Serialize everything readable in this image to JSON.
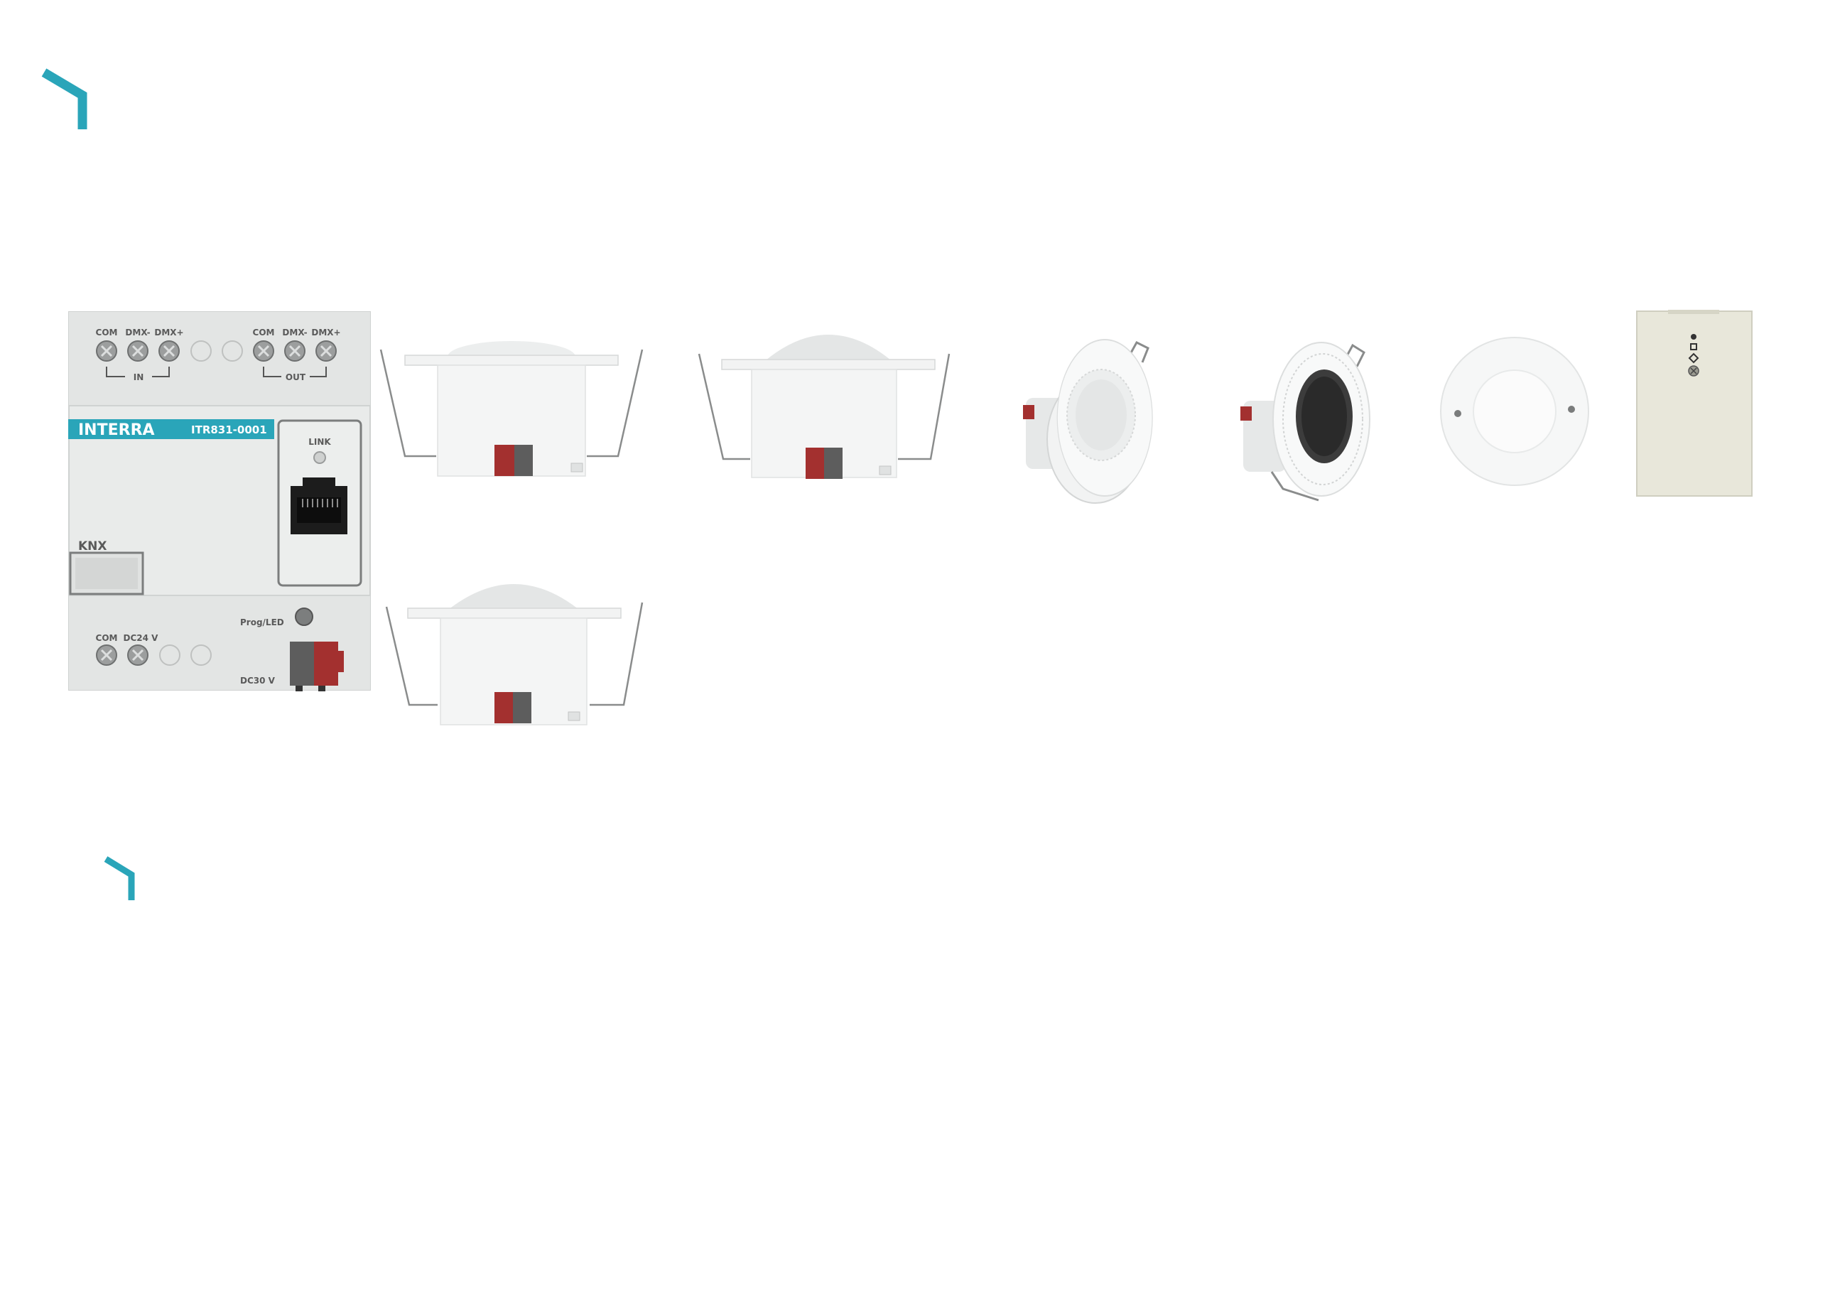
{
  "colors": {
    "accent": "#2aa5b9",
    "device_body": "#e9ebea",
    "terminal_red": "#a3302f",
    "terminal_grey": "#5d5d5d"
  },
  "corner_marks": [
    {
      "icon": "corner-bracket-icon"
    },
    {
      "icon": "corner-bracket-icon"
    }
  ],
  "gateway": {
    "brand": "INTERRA",
    "model": "ITR831-0001",
    "top_terminals": [
      "COM",
      "DMX-",
      "DMX+",
      "COM",
      "DMX-",
      "DMX+"
    ],
    "group_in": "IN",
    "group_out": "OUT",
    "link_label": "LINK",
    "knx_logo": "KNX",
    "prog_led": "Prog/LED",
    "bottom_terminals": [
      "COM",
      "DC24 V"
    ],
    "dc_label": "DC30 V"
  },
  "products": [
    {
      "name": "pir-ceiling-sensor-flat",
      "icon": "flush-mount-pir-sensor-icon"
    },
    {
      "name": "pir-ceiling-sensor-dome",
      "icon": "flush-mount-pir-sensor-icon"
    },
    {
      "name": "pir-ceiling-sensor-dome-small",
      "icon": "flush-mount-pir-sensor-icon"
    },
    {
      "name": "round-pir-sensor",
      "icon": "round-sensor-icon"
    },
    {
      "name": "round-radar-sensor",
      "icon": "round-sensor-icon"
    },
    {
      "name": "surface-round-sensor",
      "icon": "surface-sensor-icon"
    },
    {
      "name": "wall-box-sensor",
      "icon": "wall-sensor-icon"
    }
  ]
}
